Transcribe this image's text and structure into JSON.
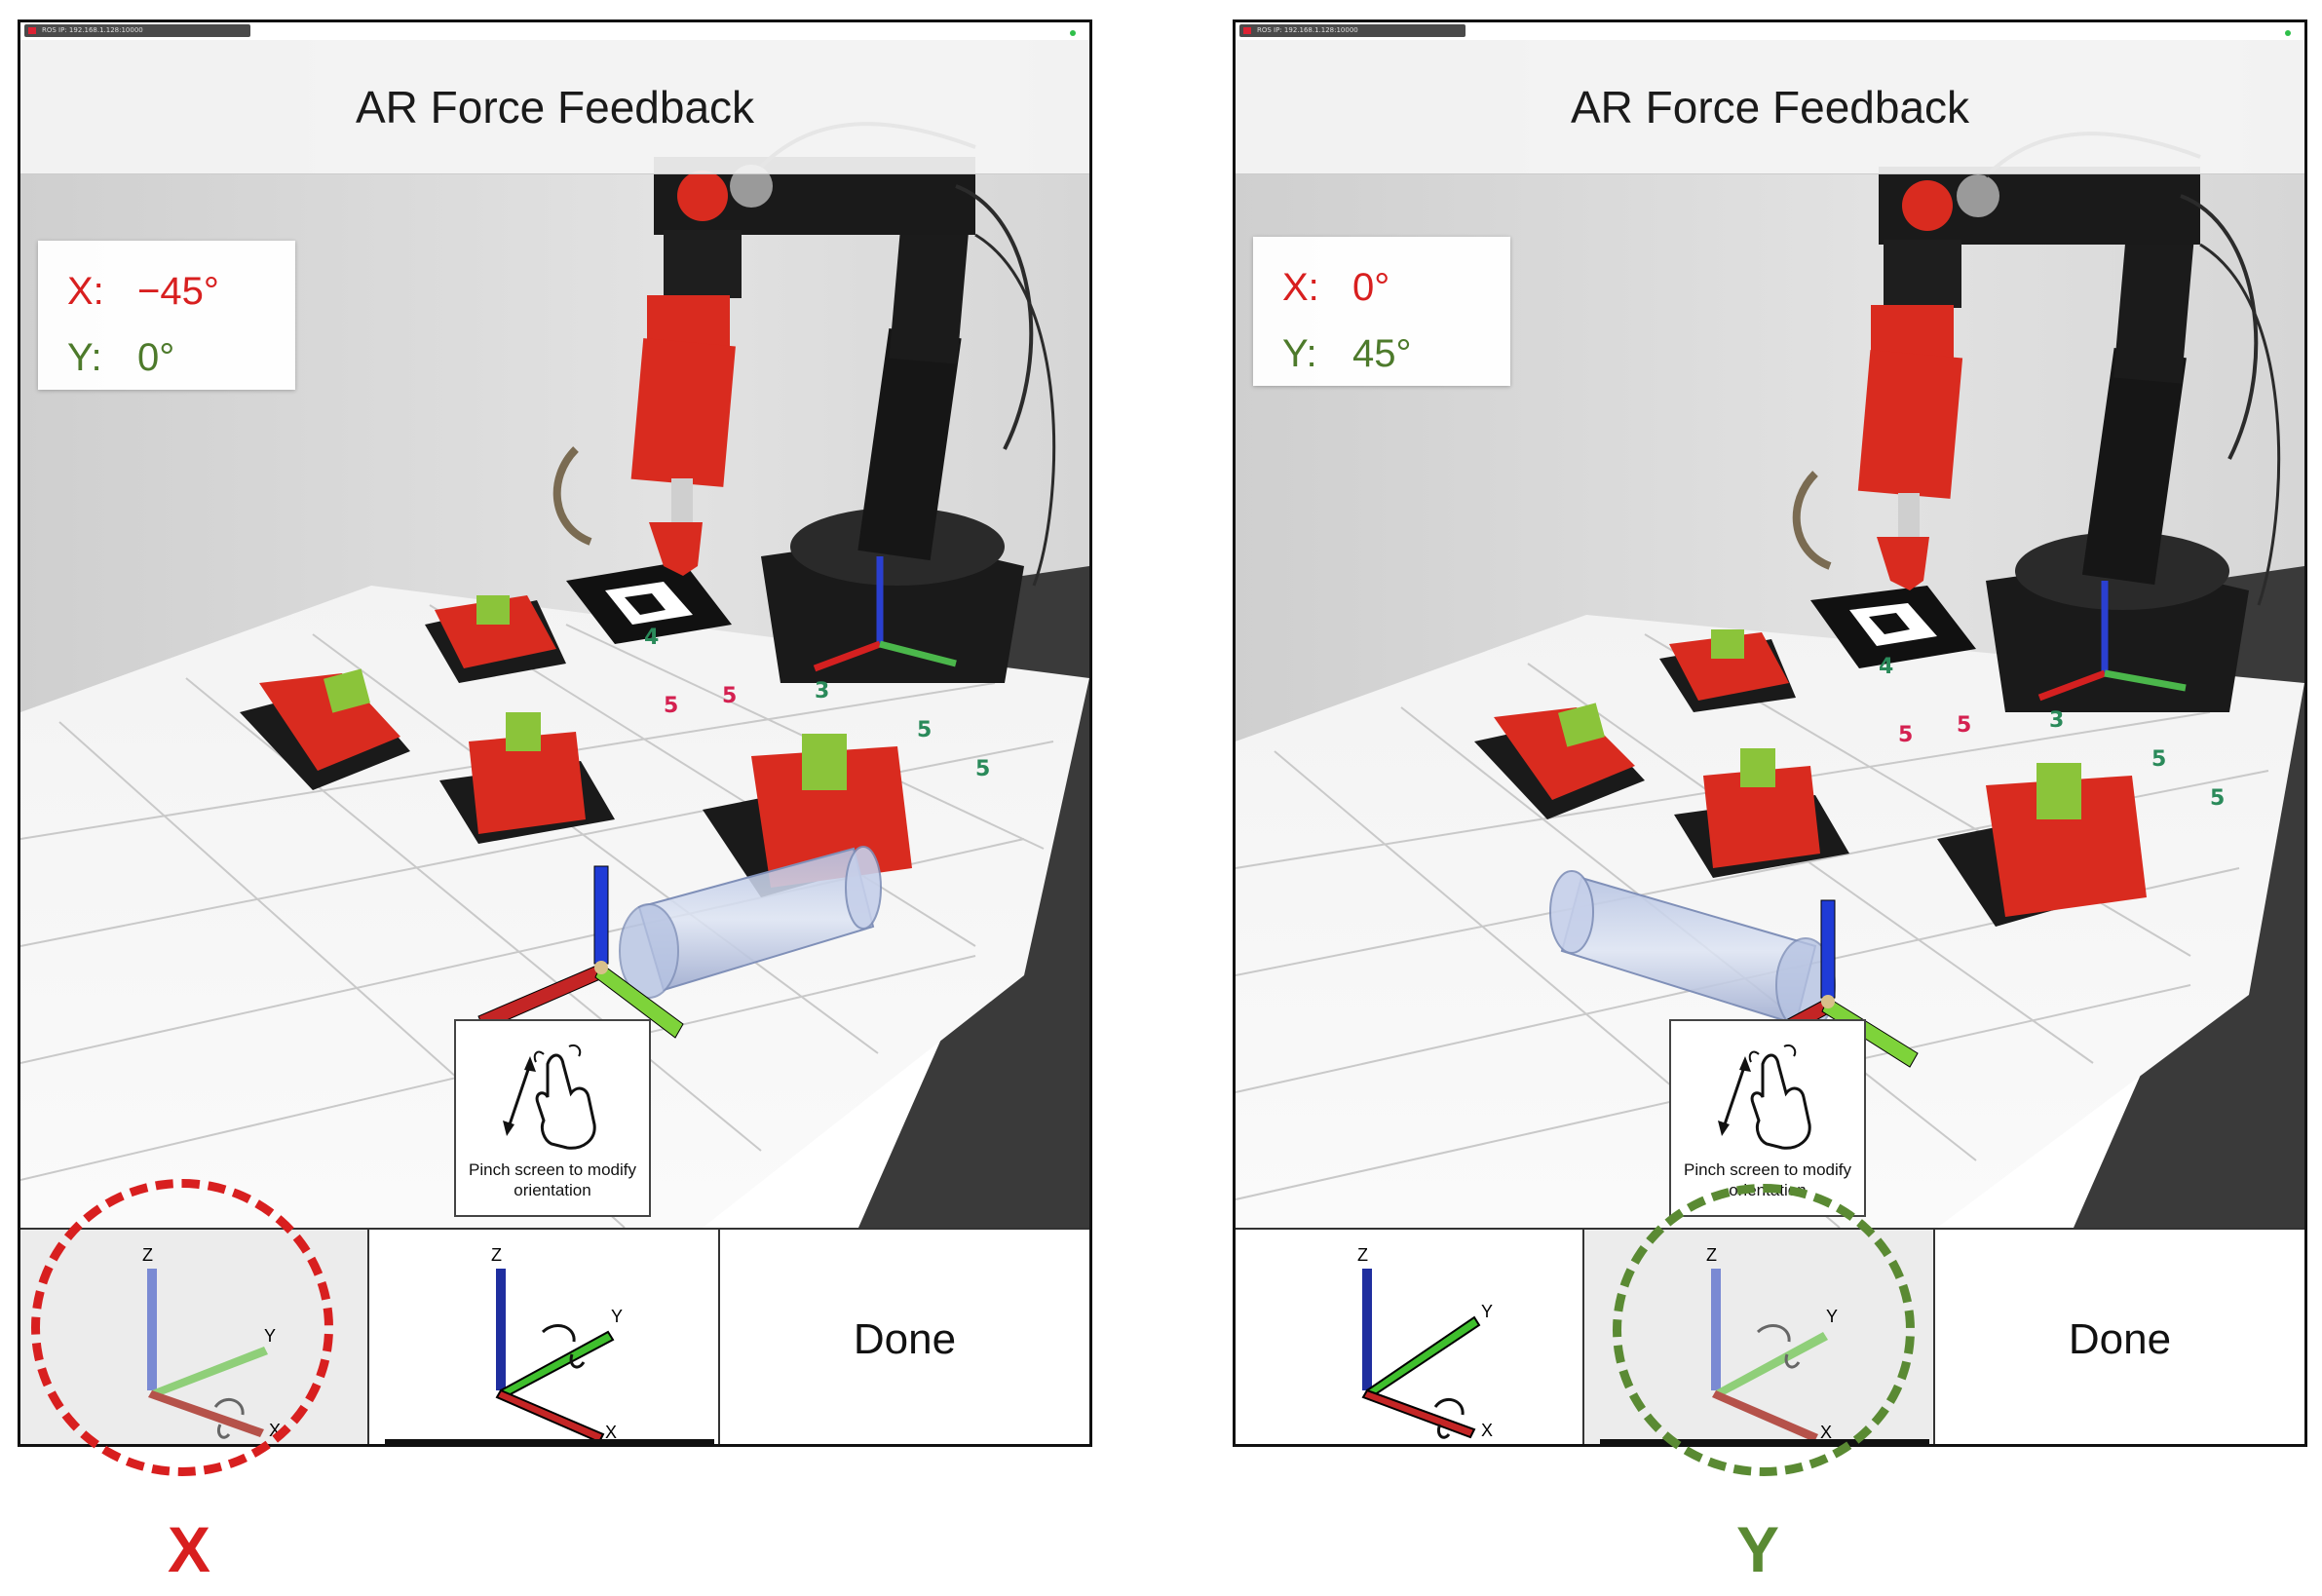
{
  "screens": [
    {
      "status_ip": "ROS IP:      192.168.1.128:10000",
      "title": "AR Force Feedback",
      "angles": {
        "x_label": "X:",
        "x_value": "−45°",
        "y_label": "Y:",
        "y_value": "0°"
      },
      "hint_text": "Pinch screen to modify orientation",
      "buttons": {
        "x_axis": {
          "labels": [
            "Z",
            "Y",
            "X"
          ],
          "selected": true
        },
        "y_axis": {
          "labels": [
            "Z",
            "Y",
            "X"
          ],
          "selected": false
        },
        "done": "Done"
      },
      "scene_markers": [
        "4",
        "5",
        "5",
        "3",
        "5",
        "5"
      ]
    },
    {
      "status_ip": "ROS IP:      192.168.1.128:10000",
      "title": "AR Force Feedback",
      "angles": {
        "x_label": "X:",
        "x_value": "0°",
        "y_label": "Y:",
        "y_value": "45°"
      },
      "hint_text": "Pinch screen to modify orientation",
      "buttons": {
        "x_axis": {
          "labels": [
            "Z",
            "Y",
            "X"
          ],
          "selected": false
        },
        "y_axis": {
          "labels": [
            "Z",
            "Y",
            "X"
          ],
          "selected": true
        },
        "done": "Done"
      },
      "scene_markers": [
        "4",
        "5",
        "5",
        "3",
        "5",
        "5"
      ]
    }
  ],
  "captions": {
    "left": "X",
    "right": "Y"
  },
  "colors": {
    "x_accent": "#d81f1f",
    "y_accent": "#5a8a33",
    "robot_red": "#d92b1f",
    "cylinder_green": "#8bc43a"
  }
}
